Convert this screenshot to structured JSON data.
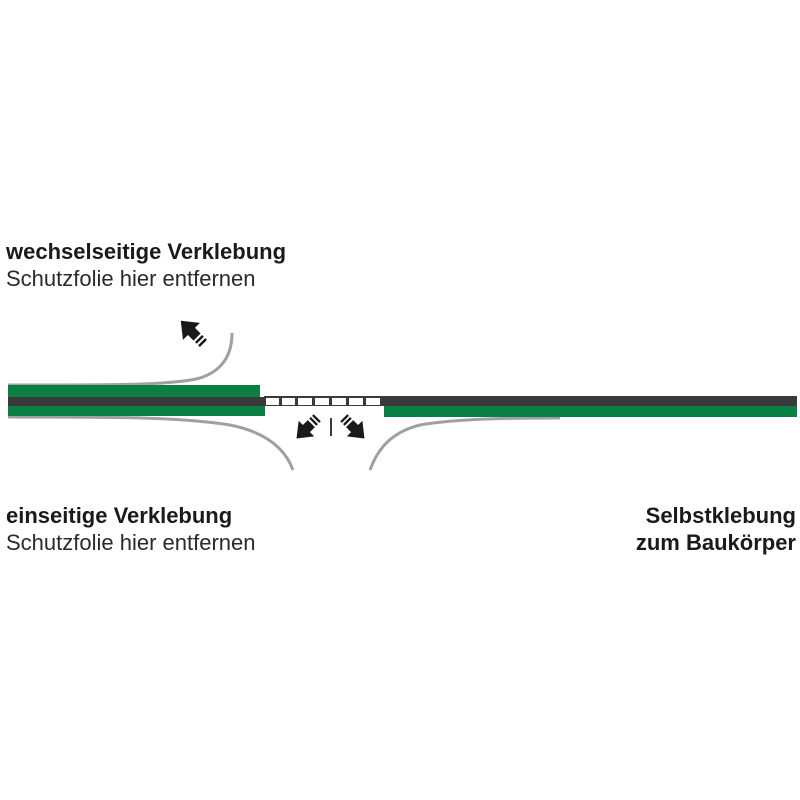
{
  "labels": {
    "top_left": {
      "title": "wechselseitige Verklebung",
      "subtitle": "Schutzfolie hier entfernen"
    },
    "bottom_left": {
      "title": "einseitige Verklebung",
      "subtitle": "Schutzfolie hier entfernen"
    },
    "bottom_right": {
      "line1": "Selbstklebung",
      "line2": "zum Baukörper"
    }
  },
  "colors": {
    "adhesive_green": "#0a7f43",
    "membrane_dark": "#3a3a3a",
    "release_film_gray": "#a0a0a0",
    "arrow_black": "#1a1a1a",
    "background": "#ffffff"
  },
  "icons": {
    "top_arrow": "arrow-up-left-icon",
    "bottom_left_arrow": "arrow-down-left-icon",
    "bottom_right_arrow": "arrow-down-right-icon"
  }
}
